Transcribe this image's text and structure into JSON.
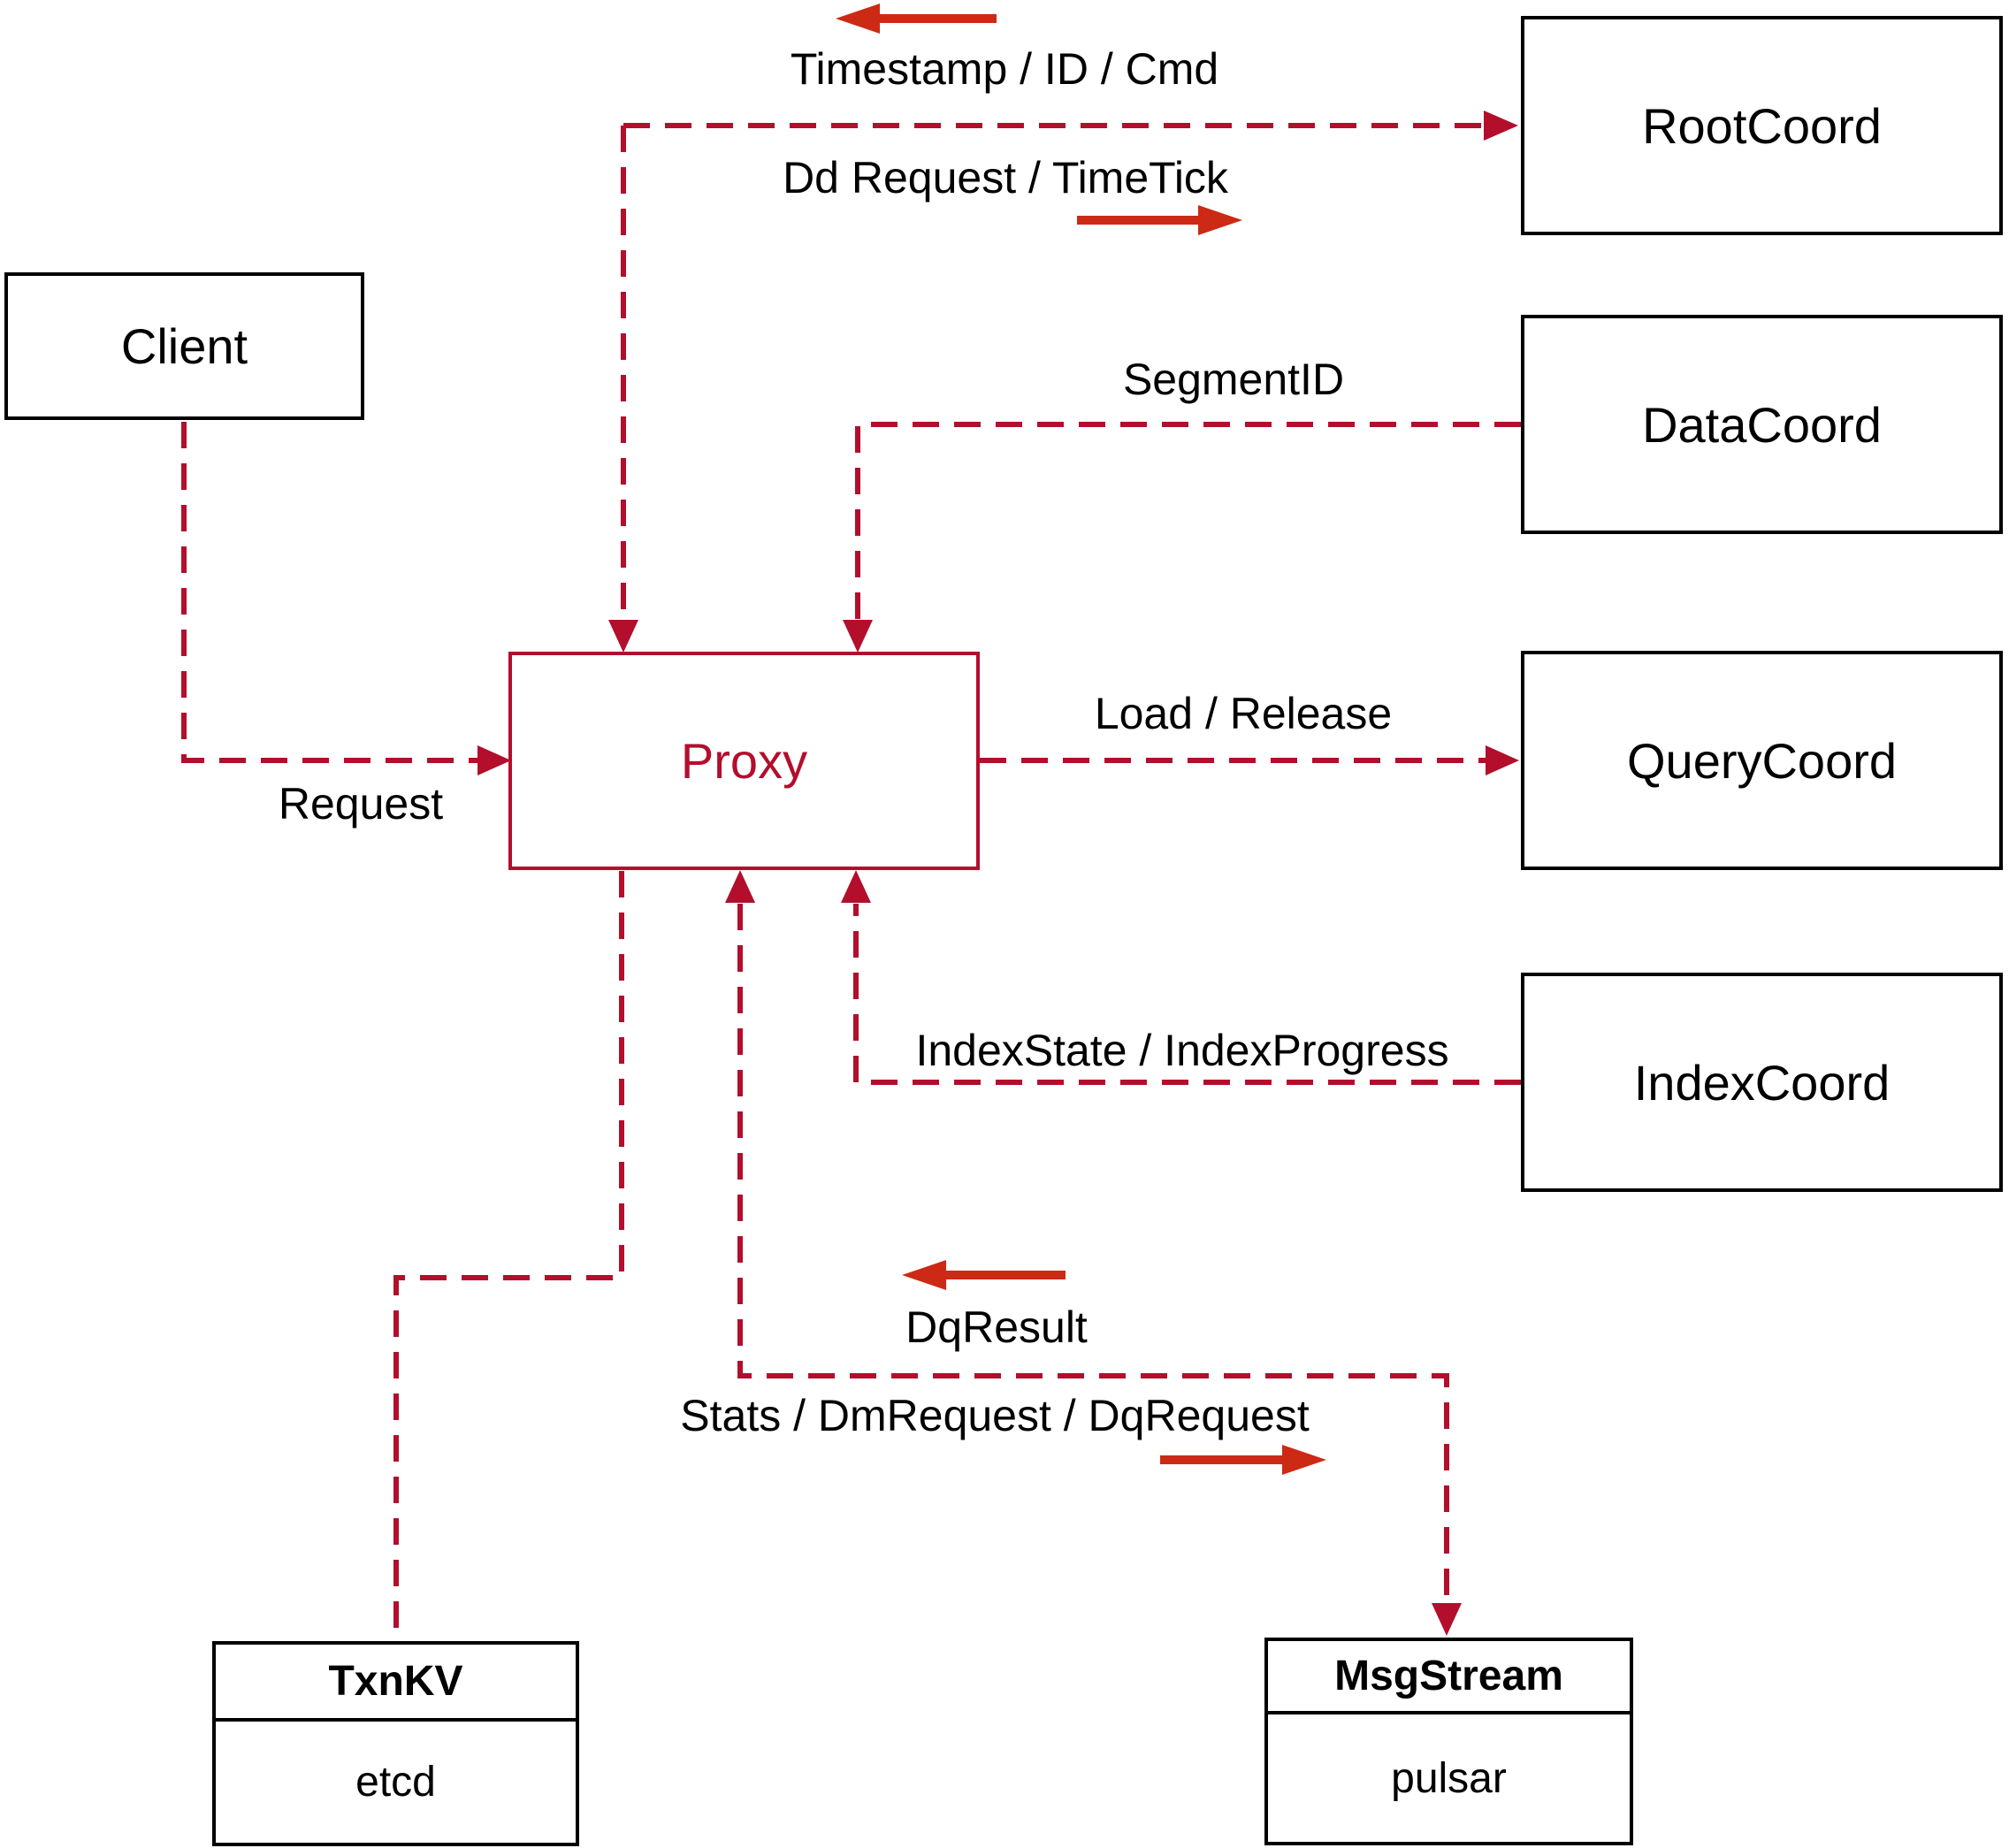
{
  "nodes": {
    "client": {
      "label": "Client"
    },
    "root_coord": {
      "label": "RootCoord"
    },
    "data_coord": {
      "label": "DataCoord"
    },
    "query_coord": {
      "label": "QueryCoord"
    },
    "index_coord": {
      "label": "IndexCoord"
    },
    "proxy": {
      "label": "Proxy"
    },
    "txn_kv": {
      "title": "TxnKV",
      "subtitle": "etcd"
    },
    "msg_stream": {
      "title": "MsgStream",
      "subtitle": "pulsar"
    }
  },
  "edges": {
    "timestamp_id_cmd": {
      "label": "Timestamp / ID / Cmd",
      "direction": "left"
    },
    "dd_request_timetick": {
      "label": "Dd Request / TimeTick",
      "direction": "right"
    },
    "segment_id": {
      "label": "SegmentID",
      "direction": "none"
    },
    "load_release": {
      "label": "Load / Release",
      "direction": "right"
    },
    "request": {
      "label": "Request",
      "direction": "right"
    },
    "index_state": {
      "label": "IndexState / IndexProgress",
      "direction": "none"
    },
    "dq_result": {
      "label": "DqResult",
      "direction": "left"
    },
    "stats_dm_dq": {
      "label": "Stats / DmRequest / DqRequest",
      "direction": "right"
    }
  },
  "colors": {
    "connector": "#b30e2c",
    "deco_arrow": "#cc2a14",
    "node_border": "#000000",
    "text": "#000000",
    "background": "#ffffff"
  }
}
